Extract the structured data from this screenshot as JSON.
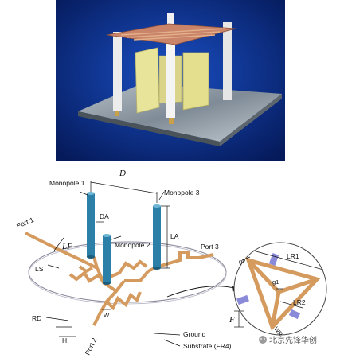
{
  "labels": {
    "monopole1": "Monopole 1",
    "monopole2": "Monopole 2",
    "monopole3": "Monopole 3",
    "D": "D",
    "DA": "DA",
    "LA": "LA",
    "port1": "Port 1",
    "port2": "Port 2",
    "port3": "Port 3",
    "LF": "LF",
    "LS": "LS",
    "W": "W",
    "RD": "RD",
    "H": "H",
    "ground": "Ground",
    "substrate": "Substrate (FR4)",
    "LR1": "LR1",
    "LR2": "LR2",
    "g1": "g1",
    "g2": "g2",
    "F": "F",
    "WR": "WR"
  },
  "watermark": "北京先锋华创",
  "colors": {
    "photo_bg": "#0a2a8a",
    "copper": "#d49a5e",
    "monopole": "#2c7fa6",
    "ground_plate": "#8e9aa4",
    "post": "#eeeeee",
    "pcb_yellow": "#e8e49a"
  }
}
